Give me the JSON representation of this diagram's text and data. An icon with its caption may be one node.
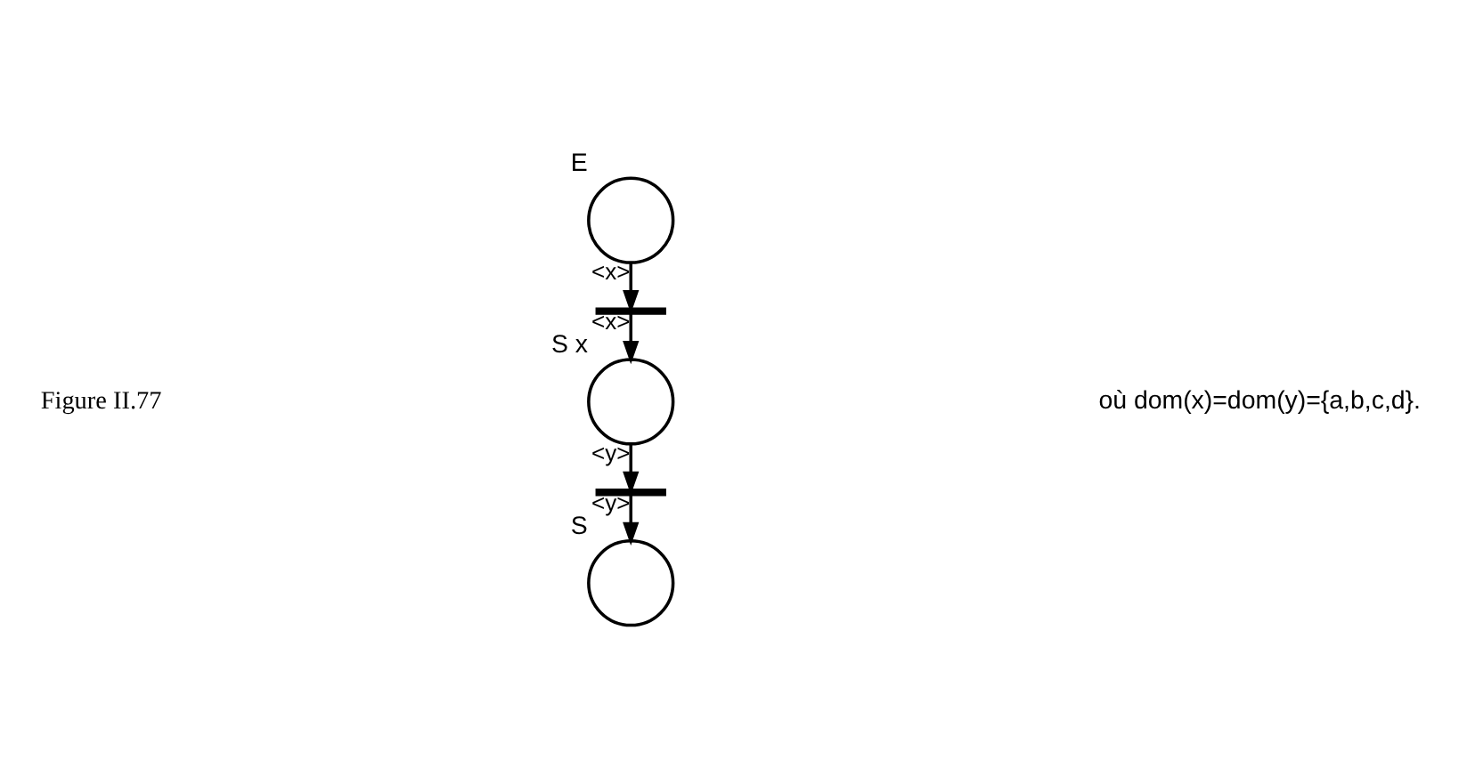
{
  "diagram": {
    "nodes": [
      {
        "text": [],
        "shape": "circle",
        "beside": [
          "E"
        ]
      },
      {
        "text": [],
        "shape": "bar"
      },
      {
        "text": [],
        "shape": "circle",
        "beside": [
          "S x"
        ]
      },
      {
        "text": [],
        "shape": "bar"
      },
      {
        "text": [],
        "shape": "circle",
        "beside": [
          "S"
        ]
      }
    ],
    "edges": [
      {
        "from": 0,
        "to": 1,
        "arrow": "to",
        "label": "<x>"
      },
      {
        "from": 1,
        "to": 2,
        "arrow": "to",
        "label": "<x>"
      },
      {
        "from": 2,
        "to": 3,
        "arrow": "to",
        "label": "<y>"
      },
      {
        "from": 3,
        "to": 4,
        "arrow": "to",
        "label": "<y>"
      }
    ],
    "labels": [
      "Figure II.77",
      "où dom(x)=dom(y)={a,b,c,d}."
    ]
  }
}
